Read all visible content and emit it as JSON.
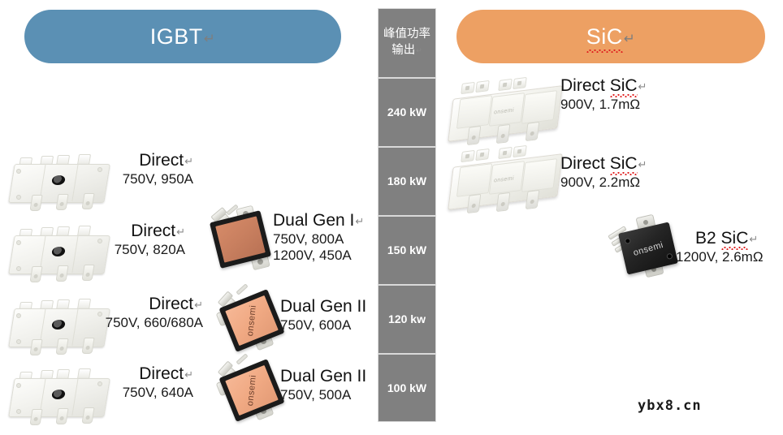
{
  "headers": {
    "igbt": {
      "text": "IGBT",
      "return_glyph": "↵",
      "color": "#5b90b4"
    },
    "sic": {
      "text": "SiC",
      "return_glyph": "↵",
      "color": "#eda063",
      "misspelled": true
    }
  },
  "power_column": {
    "header_line1": "峰值功率",
    "header_line2": "输出",
    "header_return_glyph": "↵",
    "cell_color": "#808080",
    "cells": [
      {
        "label": "240 kW"
      },
      {
        "label": "180 kW"
      },
      {
        "label": "150 kW"
      },
      {
        "label": "120 kw"
      },
      {
        "label": "100 kW"
      }
    ]
  },
  "igbt_column": {
    "direct_items": [
      {
        "name": "Direct",
        "return_glyph": "↵",
        "spec": "750V, 950A"
      },
      {
        "name": "Direct",
        "return_glyph": "↵",
        "spec": "750V, 820A"
      },
      {
        "name": "Direct",
        "return_glyph": "↵",
        "spec": "750V, 660/680A"
      },
      {
        "name": "Direct",
        "return_glyph": "↵",
        "spec": "750V, 640A"
      }
    ],
    "dual_items": [
      {
        "name": "Dual Gen I",
        "return_glyph": "↵",
        "spec1": "750V, 800A",
        "spec2": "1200V, 450A"
      },
      {
        "name": "Dual Gen II",
        "return_glyph": "",
        "spec1": "750V, 600A",
        "spec2": ""
      },
      {
        "name": "Dual Gen II",
        "return_glyph": "",
        "spec1": "750V, 500A",
        "spec2": ""
      }
    ]
  },
  "sic_column": {
    "items": [
      {
        "prefix": "Direct ",
        "highlight": "SiC",
        "return_glyph": "↵",
        "spec": "900V, 1.7mΩ"
      },
      {
        "prefix": "Direct ",
        "highlight": "SiC",
        "return_glyph": "↵",
        "spec": "900V, 2.2mΩ"
      },
      {
        "prefix": "B2 ",
        "highlight": "SiC",
        "return_glyph": "↵",
        "spec": "1200V, 2.6mΩ"
      }
    ]
  },
  "branding": {
    "module_logo": "onsemi",
    "watermark": "ybx8.cn"
  }
}
